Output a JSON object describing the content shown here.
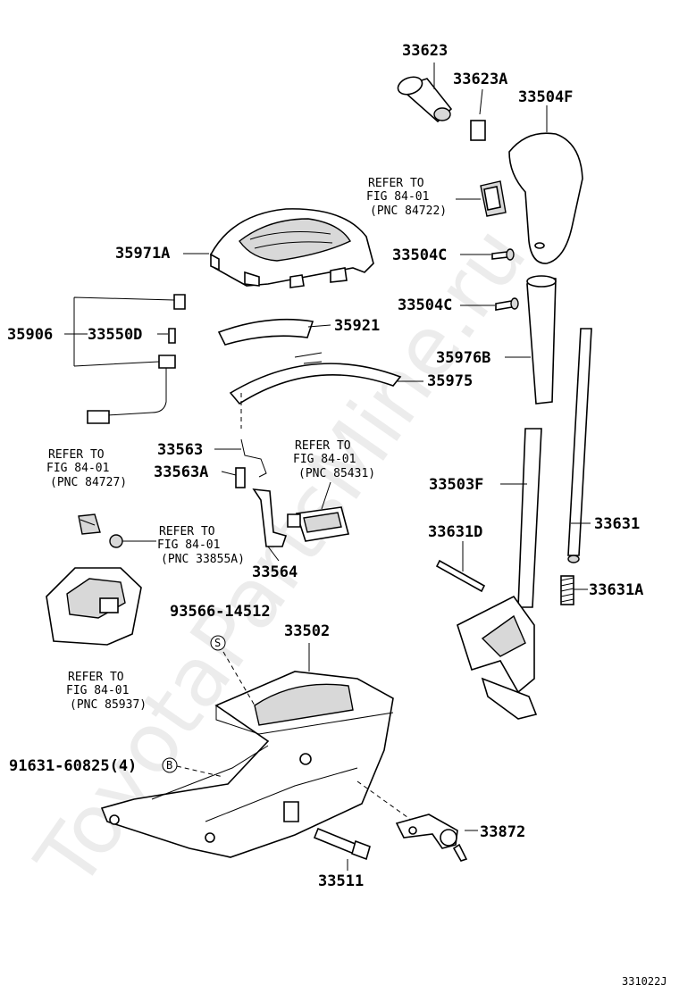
{
  "watermark": "ToyotaPartsMine.ru",
  "figure_code": "331022J",
  "parts": {
    "p33623": "33623",
    "p33623A": "33623A",
    "p33504F": "33504F",
    "p35971A": "35971A",
    "p33504C_1": "33504C",
    "p33504C_2": "33504C",
    "p35906": "35906",
    "p33550D": "33550D",
    "p35921": "35921",
    "p35976B": "35976B",
    "p35975": "35975",
    "p33563": "33563",
    "p33563A": "33563A",
    "p33503F": "33503F",
    "p33631": "33631",
    "p33631D": "33631D",
    "p33564": "33564",
    "p33631A": "33631A",
    "p93566": "93566-14512",
    "p33502": "33502",
    "p91631": "91631-60825(4)",
    "p33872": "33872",
    "p33511": "33511"
  },
  "symbols": {
    "s": "S",
    "b": "B"
  },
  "refs": {
    "r84722": {
      "l1": "REFER TO",
      "l2": "FIG 84-01",
      "l3": "(PNC 84722)"
    },
    "r85431": {
      "l1": "REFER TO",
      "l2": "FIG 84-01",
      "l3": "(PNC 85431)"
    },
    "r84727": {
      "l1": "REFER TO",
      "l2": "FIG 84-01",
      "l3": "(PNC 84727)"
    },
    "r33855A": {
      "l1": "REFER TO",
      "l2": "FIG 84-01",
      "l3": "(PNC 33855A)"
    },
    "r85937": {
      "l1": "REFER TO",
      "l2": "FIG 84-01",
      "l3": "(PNC 85937)"
    }
  }
}
